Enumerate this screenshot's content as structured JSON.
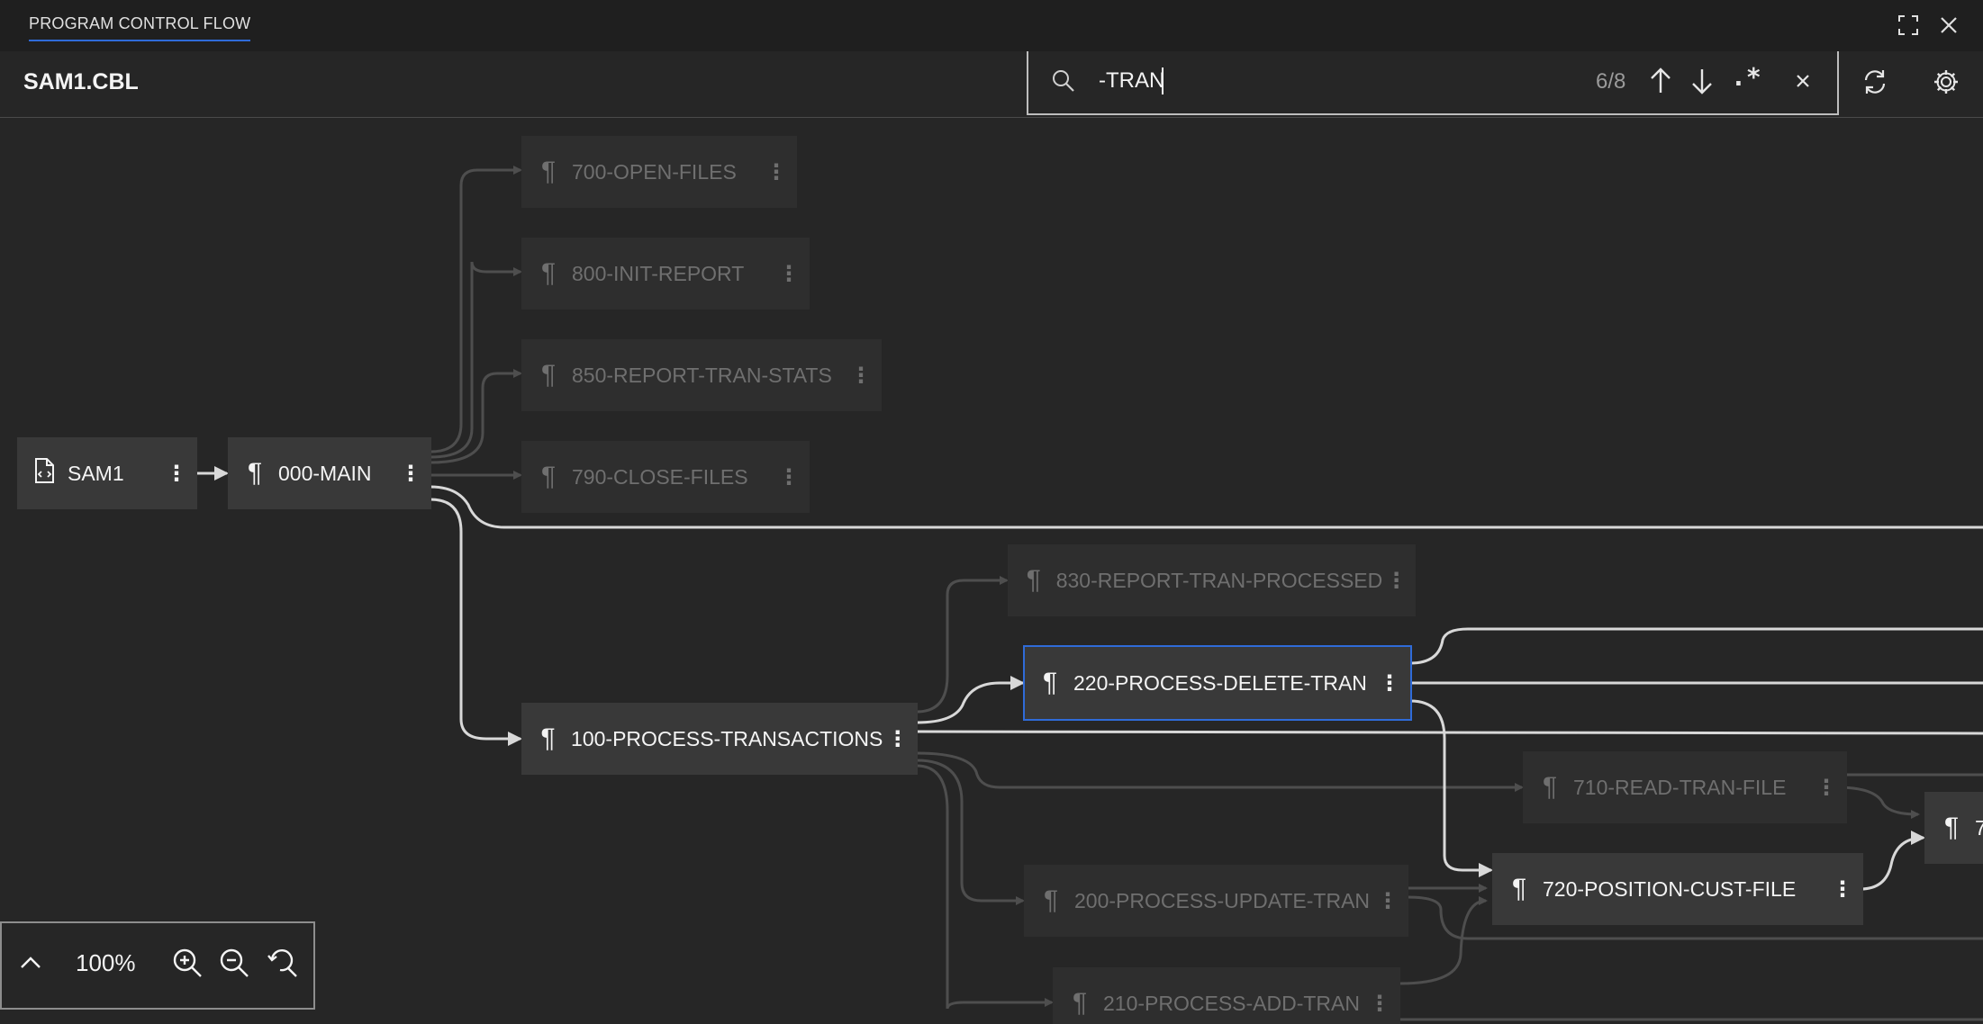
{
  "panel": {
    "title": "PROGRAM CONTROL FLOW",
    "maximize_icon": "maximize-icon",
    "close_icon": "close-icon"
  },
  "toolbar": {
    "file_title": "SAM1.CBL",
    "refresh_icon": "refresh-icon",
    "settings_icon": "gear-icon"
  },
  "search": {
    "value": "-TRAN",
    "match_count": "6/8",
    "regex_label": ".*",
    "search_icon": "search-icon",
    "prev_icon": "arrow-up-icon",
    "next_icon": "arrow-down-icon",
    "close_icon": "close-icon"
  },
  "graph": {
    "nodes": {
      "sam1": {
        "label": "SAM1",
        "icon": "file-code-icon",
        "dimmed": false
      },
      "main": {
        "label": "000-MAIN",
        "icon": "paragraph-icon",
        "dimmed": false
      },
      "open_files": {
        "label": "700-OPEN-FILES",
        "icon": "paragraph-icon",
        "dimmed": true
      },
      "init_report": {
        "label": "800-INIT-REPORT",
        "icon": "paragraph-icon",
        "dimmed": true
      },
      "report_tran_stats": {
        "label": "850-REPORT-TRAN-STATS",
        "icon": "paragraph-icon",
        "dimmed": true
      },
      "close_files": {
        "label": "790-CLOSE-FILES",
        "icon": "paragraph-icon",
        "dimmed": true
      },
      "report_tran_processed": {
        "label": "830-REPORT-TRAN-PROCESSED",
        "icon": "paragraph-icon",
        "dimmed": true
      },
      "process_delete_tran": {
        "label": "220-PROCESS-DELETE-TRAN",
        "icon": "paragraph-icon",
        "dimmed": false,
        "selected": true
      },
      "process_transactions": {
        "label": "100-PROCESS-TRANSACTIONS",
        "icon": "paragraph-icon",
        "dimmed": false
      },
      "read_tran_file": {
        "label": "710-READ-TRAN-FILE",
        "icon": "paragraph-icon",
        "dimmed": true
      },
      "position_cust_file": {
        "label": "720-POSITION-CUST-FILE",
        "icon": "paragraph-icon",
        "dimmed": false
      },
      "process_update_tran": {
        "label": "200-PROCESS-UPDATE-TRAN",
        "icon": "paragraph-icon",
        "dimmed": true
      },
      "process_add_tran": {
        "label": "210-PROCESS-ADD-TRAN",
        "icon": "paragraph-icon",
        "dimmed": true
      },
      "clipped_node": {
        "label": "7",
        "icon": "paragraph-icon",
        "dimmed": false
      }
    }
  },
  "zoom": {
    "value": "100%",
    "collapse_icon": "chevron-up-icon",
    "zoom_in_icon": "zoom-in-icon",
    "zoom_out_icon": "zoom-out-icon",
    "reset_icon": "zoom-reset-icon"
  },
  "colors": {
    "background": "#262626",
    "node": "#393939",
    "node_dimmed": "#2e2e2e",
    "selection": "#2f6bd8",
    "edge": "#d8d8d8",
    "edge_dimmed": "#4e4e4e"
  }
}
